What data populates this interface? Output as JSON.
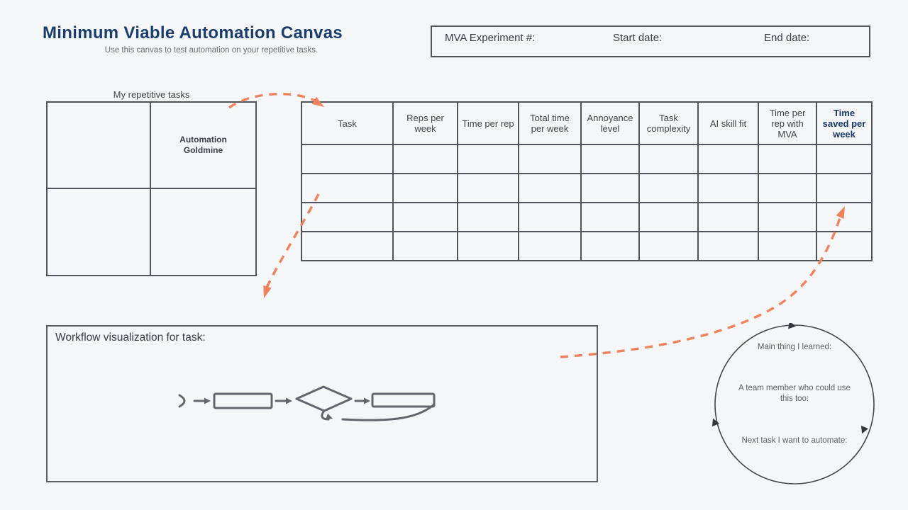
{
  "canvas": {
    "title": "Minimum Viable Automation Canvas",
    "subtitle": "Use this canvas to test automation on your repetitive tasks."
  },
  "experiment_box": {
    "experiment_label": "MVA Experiment #:",
    "start_label": "Start date:",
    "end_label": "End date:"
  },
  "repetitive_tasks": {
    "label": "My repetitive tasks",
    "goldmine_label": "Automation\nGoldmine"
  },
  "task_table": {
    "headers": [
      "Task",
      "Reps per week",
      "Time per rep",
      "Total time per week",
      "Annoyance level",
      "Task complexity",
      "AI skill fit",
      "Time per rep with MVA",
      "Time saved per week"
    ],
    "empty_row_count": 4
  },
  "workflow": {
    "label": "Workflow visualization for task:"
  },
  "reflection_cycle": {
    "items": [
      "Main thing I learned:",
      "A team member who could use this too:",
      "Next task I want to automate:"
    ]
  },
  "colors": {
    "background": "#f4f6f8",
    "navy_accent": "#1b3e6f",
    "border_gray": "#51555b",
    "text_gray": "#3f4449",
    "arrow_orange": "#f0835c",
    "sketch_gray": "#63666c"
  }
}
